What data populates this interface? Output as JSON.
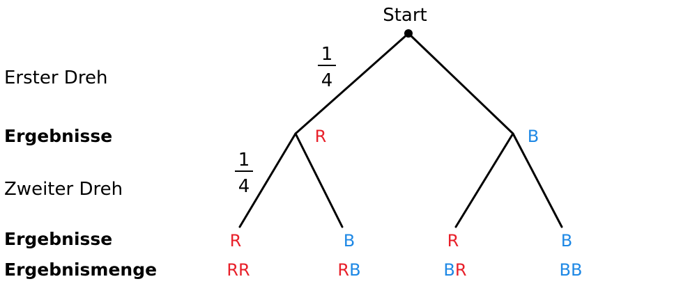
{
  "row_labels": {
    "first_spin": "Erster Dreh",
    "results_1": "Ergebnisse",
    "second_spin": "Zweiter Dreh",
    "results_2": "Ergebnisse",
    "outcome_set": "Ergebnismenge"
  },
  "root_label": "Start",
  "probabilities": {
    "first": {
      "numerator": "1",
      "denominator": "4"
    },
    "second": {
      "numerator": "1",
      "denominator": "4"
    }
  },
  "level1": [
    {
      "label": "R",
      "color": "red"
    },
    {
      "label": "B",
      "color": "blue"
    }
  ],
  "level2": [
    {
      "label": "R",
      "color": "red"
    },
    {
      "label": "B",
      "color": "blue"
    },
    {
      "label": "R",
      "color": "red"
    },
    {
      "label": "B",
      "color": "blue"
    }
  ],
  "outcomes": [
    {
      "first": "R",
      "second": "R",
      "first_color": "red",
      "second_color": "red"
    },
    {
      "first": "R",
      "second": "B",
      "first_color": "red",
      "second_color": "blue"
    },
    {
      "first": "B",
      "second": "R",
      "first_color": "blue",
      "second_color": "red"
    },
    {
      "first": "B",
      "second": "B",
      "first_color": "blue",
      "second_color": "blue"
    }
  ],
  "colors": {
    "red": "#e8202a",
    "blue": "#1e88e5",
    "line": "#000000"
  }
}
